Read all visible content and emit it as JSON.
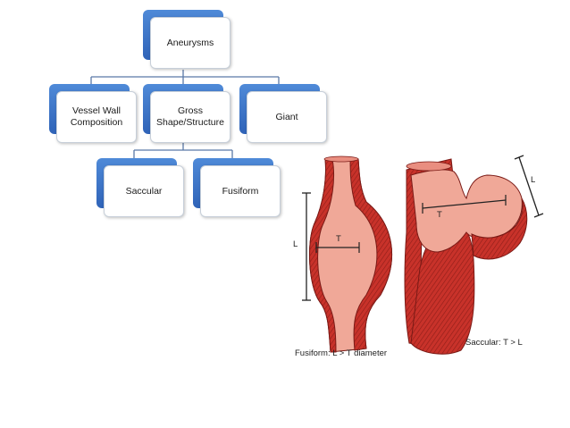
{
  "chart": {
    "root": "Aneurysms",
    "level1": [
      "Vessel Wall Composition",
      "Gross Shape/Structure",
      "Giant"
    ],
    "level2": [
      "Saccular",
      "Fusiform"
    ]
  },
  "illustration": {
    "fusiform_caption": "Fusiform: L > T diameter",
    "saccular_caption": "Saccular: T > L",
    "fusiform_L": "L",
    "fusiform_T": "T",
    "saccular_L": "L",
    "saccular_T": "T"
  },
  "colors": {
    "box_accent": "#2f63b8",
    "vessel": "#c8322a",
    "lumen": "#f0a898",
    "connector": "#4a6fa5"
  }
}
